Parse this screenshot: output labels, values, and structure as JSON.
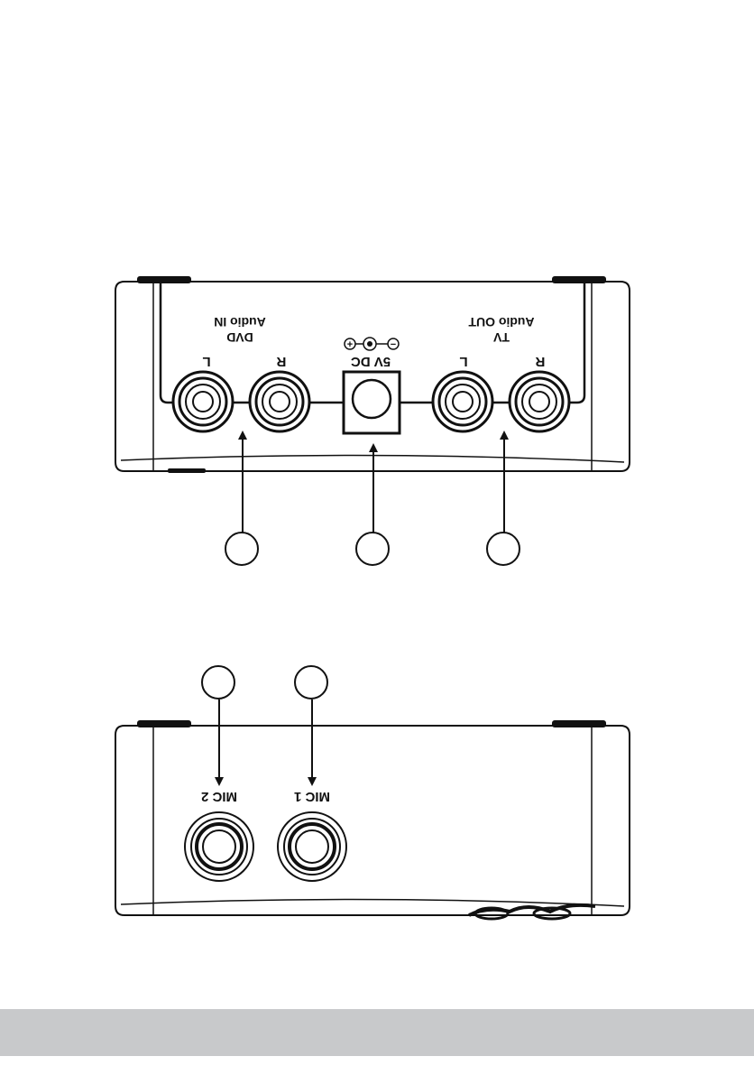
{
  "colors": {
    "ink": "#111111",
    "footer_bar": "#c8c9cb",
    "background": "#ffffff"
  },
  "top_panel": {
    "dvd_group": {
      "line1": "DVD",
      "line2": "Audio IN",
      "left_label": "L",
      "right_label": "R"
    },
    "dc_group": {
      "line1": "5V  DC",
      "polarity_plus": "+",
      "polarity_minus": "−"
    },
    "tv_group": {
      "line1": "TV",
      "line2": "Audio OUT",
      "left_label": "L",
      "right_label": "R"
    },
    "callouts": [
      "",
      "",
      ""
    ]
  },
  "bottom_panel": {
    "mic2_label": "MIC 2",
    "mic1_label": "MIC 1",
    "callouts": [
      "",
      ""
    ]
  }
}
